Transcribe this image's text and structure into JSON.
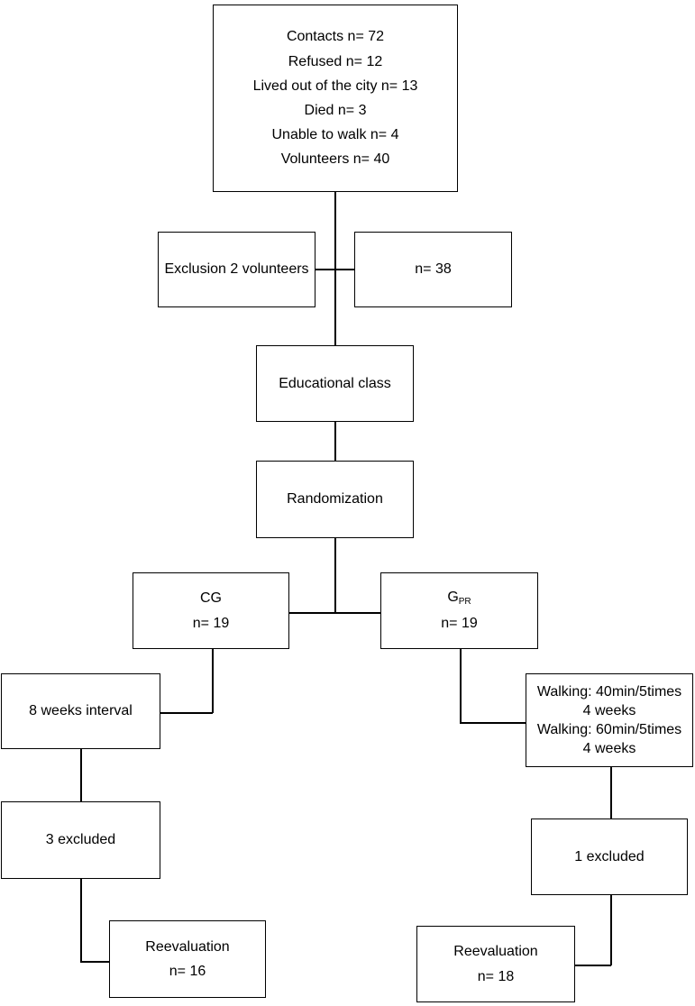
{
  "top_box": {
    "lines": [
      "Contacts n= 72",
      "Refused n= 12",
      "Lived out of the city n= 13",
      "Died n= 3",
      "Unable to walk n= 4",
      "Volunteers n= 40"
    ]
  },
  "exclusion_box": {
    "text": "Exclusion 2 volunteers"
  },
  "remaining_box": {
    "text": "n= 38"
  },
  "educational_box": {
    "text": "Educational class"
  },
  "randomization_box": {
    "text": "Randomization"
  },
  "cg_box": {
    "label": "CG",
    "n": "n= 19"
  },
  "gpr_box": {
    "label_main": "G",
    "label_sub": "PR",
    "n": "n= 19"
  },
  "cg_interval_box": {
    "text": "8 weeks interval"
  },
  "gpr_walking_box": {
    "lines": [
      "Walking: 40min/5times",
      "4 weeks",
      "Walking: 60min/5times",
      "4 weeks"
    ]
  },
  "cg_excluded_box": {
    "text": "3 excluded"
  },
  "gpr_excluded_box": {
    "text": "1 excluded"
  },
  "cg_reevaluation_box": {
    "label": "Reevaluation",
    "n": "n= 16"
  },
  "gpr_reevaluation_box": {
    "label": "Reevaluation",
    "n": "n= 18"
  }
}
